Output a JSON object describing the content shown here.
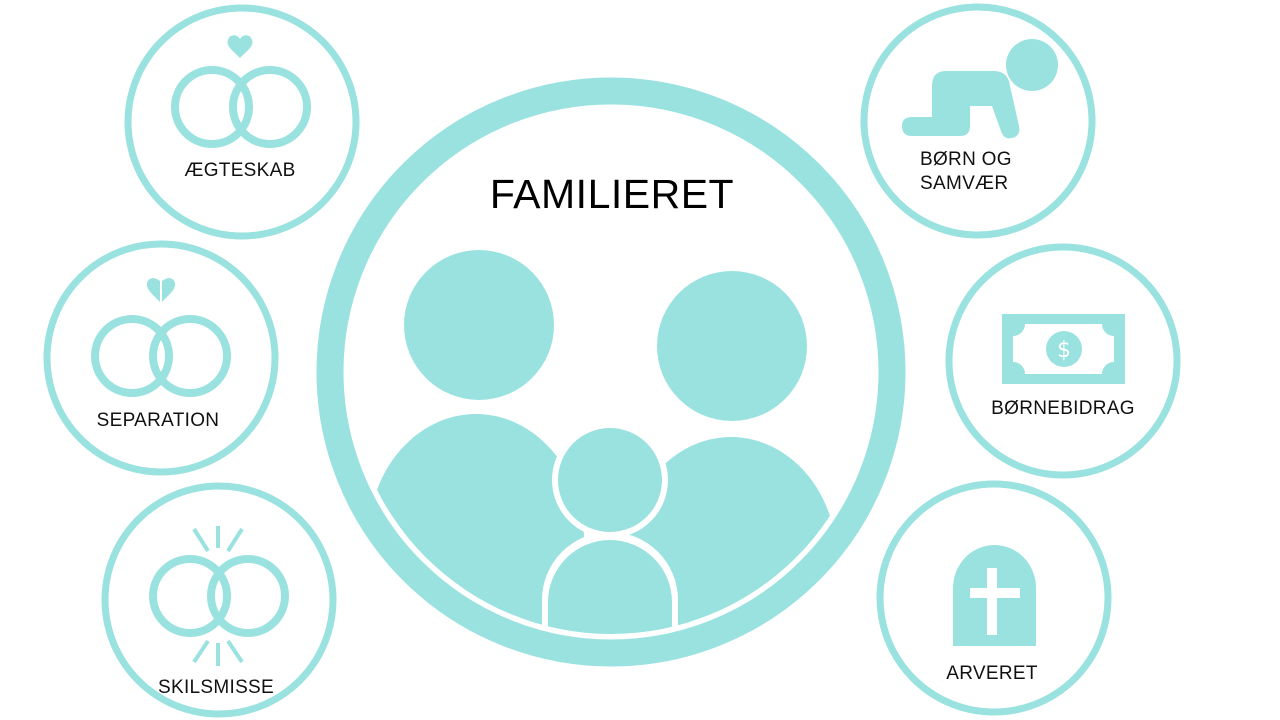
{
  "theme": {
    "accent": "#99e2df",
    "text": "#111111",
    "background": "#ffffff"
  },
  "center": {
    "title": "FAMILIERET",
    "icon": "family-icon"
  },
  "topics": [
    {
      "id": "aegteskab",
      "label": "ÆGTESKAB",
      "icon": "wedding-rings-heart-icon"
    },
    {
      "id": "separation",
      "label": "SEPARATION",
      "icon": "wedding-rings-broken-heart-icon"
    },
    {
      "id": "skilsmisse",
      "label": "SKILSMISSE",
      "icon": "breaking-rings-icon"
    },
    {
      "id": "born-og-samvaer",
      "label_line1": "BØRN OG",
      "label_line2": "SAMVÆR",
      "icon": "crawling-baby-icon"
    },
    {
      "id": "bornebidrag",
      "label": "BØRNEBIDRAG",
      "icon": "money-bill-icon",
      "symbol": "$"
    },
    {
      "id": "arveret",
      "label": "ARVERET",
      "icon": "tombstone-cross-icon"
    }
  ]
}
